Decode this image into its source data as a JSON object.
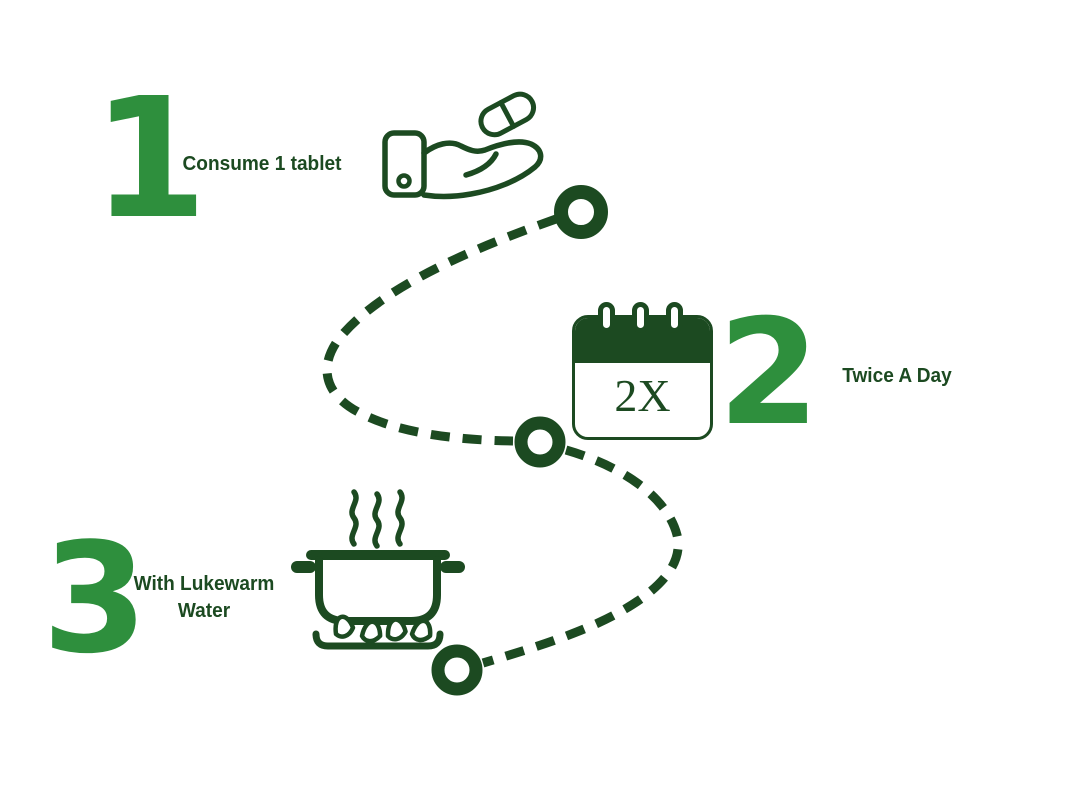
{
  "infographic": {
    "theme": "dosage-instructions",
    "palette": {
      "accent_green": "#2e8f3d",
      "dark_green": "#1c4a21",
      "background": "#ffffff"
    },
    "steps": [
      {
        "number": "1",
        "label": "Consume 1 tablet",
        "icon": "hand-offering-tablet-icon"
      },
      {
        "number": "2",
        "label": "Twice A Day",
        "icon": "calendar-icon",
        "badge": "2X"
      },
      {
        "number": "3",
        "label": "With Lukewarm Water",
        "icon": "boiling-pot-icon"
      }
    ],
    "route": {
      "style": "dashed-curve",
      "node_count": 3
    }
  }
}
